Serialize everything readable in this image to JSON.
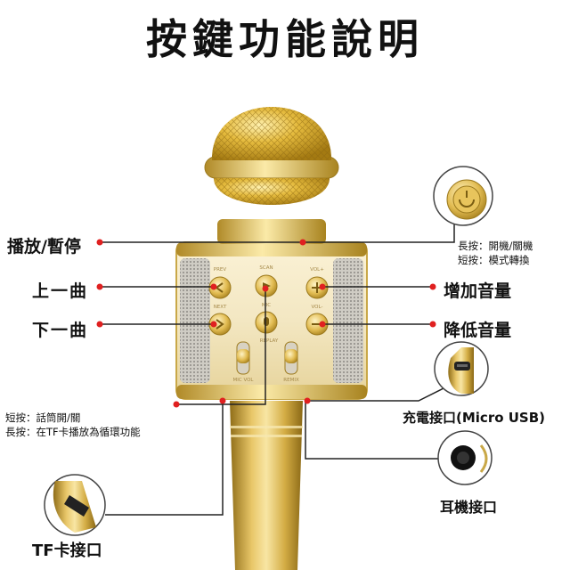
{
  "title": "按鍵功能說明",
  "callouts": {
    "play_pause": "播放/暫停",
    "prev_track": "上一曲",
    "next_track": "下一曲",
    "volume_up": "增加音量",
    "volume_down": "降低音量",
    "charging_port": "充電接口(Micro USB)",
    "earphone_jack": "耳機接口",
    "tf_slot": "TF卡接口"
  },
  "notes": {
    "power_long": "長按：開機/關機",
    "power_short": "短按：模式轉換",
    "mic_short": "短按：話筒開/關",
    "mic_long": "長按：在TF卡播放為循環功能"
  },
  "panel": {
    "prev": "PREV",
    "scan": "SCAN",
    "vol_plus": "VOL+",
    "next": "NEXT",
    "mic": "MIC",
    "vol_minus": "VOL-",
    "replay": "REPLAY",
    "mic_vol": "MIC VOL",
    "remix": "REMIX"
  },
  "colors": {
    "gold": "#d9b54a",
    "gold_light": "#f4dc8c",
    "gold_dark": "#9c7a1e",
    "speaker_grey": "#c9c6bf",
    "dot_red": "#e02020",
    "line": "#222222"
  }
}
